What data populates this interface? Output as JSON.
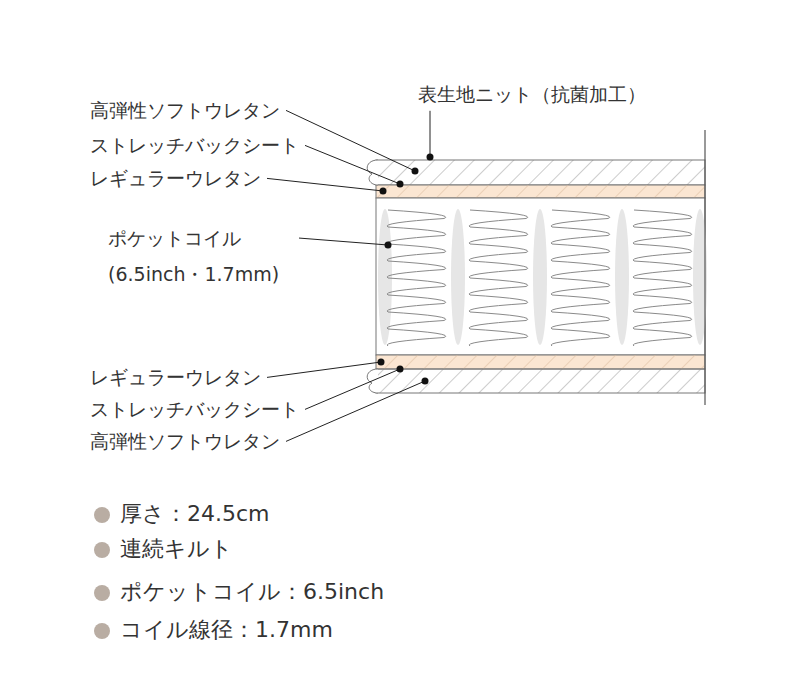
{
  "diagram": {
    "labels": [
      "表生地ニット（抗菌加工）",
      "高弾性ソフトウレタン",
      "ストレッチバックシート",
      "レギュラーウレタン",
      "ポケットコイル (6.5inch・1.7mm)",
      "レギュラーウレタン",
      "ストレッチバックシート",
      "高弾性ソフトウレタン",
      "厚さ：24.5cm",
      "連続キルト",
      "ポケットコイル：6.5inch",
      "コイル線径：1.7mm"
    ]
  }
}
